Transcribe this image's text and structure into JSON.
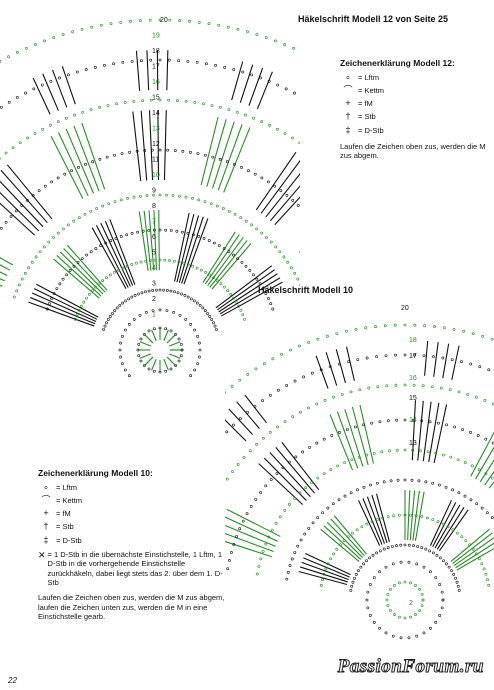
{
  "model12": {
    "title": "Häkelschrift Modell 12 von Seite 25",
    "legend_title": "Zeichenerklärung Modell 12:",
    "legend": [
      {
        "symbol": "∘",
        "label": "= Lftm"
      },
      {
        "symbol": "⌒",
        "label": "= Kettm"
      },
      {
        "symbol": "+",
        "label": "= fM"
      },
      {
        "symbol": "†",
        "label": "= Stb"
      },
      {
        "symbol": "‡",
        "label": "= D-Stb"
      }
    ],
    "note": "Laufen die Zeichen oben zus, werden die M zus abgem.",
    "row_numbers": [
      "20",
      "19",
      "18",
      "17",
      "16",
      "15",
      "14",
      "13",
      "12",
      "11",
      "10",
      "9",
      "8",
      "7",
      "6",
      "5",
      "4",
      "3",
      "2",
      "1"
    ]
  },
  "model10": {
    "title": "Häkelschrift Modell 10",
    "legend_title": "Zeichenerklärung Modell 10:",
    "legend": [
      {
        "symbol": "∘",
        "label": "= Lftm"
      },
      {
        "symbol": "⌒",
        "label": "= Kettm"
      },
      {
        "symbol": "+",
        "label": "= fM"
      },
      {
        "symbol": "†",
        "label": "= Stb"
      },
      {
        "symbol": "‡",
        "label": "= D-Stb"
      }
    ],
    "special_symbol": "✕",
    "special_text": "= 1 D-Stb in die übernächste Einstichstelle, 1 Lftm, 1 D-Stb in die vorhergehende Einstichstelle zurückhäkeln, dabei liegt stets das 2. über dem 1. D-Stb",
    "note": "Laufen die Zeichen oben zus, werden die M zus abgem, laufen die Zeichen unten zus, werden die M in eine Einstichstelle gearb.",
    "row_numbers": [
      "20",
      "18",
      "17",
      "16",
      "15",
      "14",
      "13",
      "2"
    ]
  },
  "page_number": "22",
  "watermark": "PassionForum.ru",
  "colors": {
    "ink": "#111111",
    "green": "#2a8a2a",
    "background": "#ffffff"
  }
}
